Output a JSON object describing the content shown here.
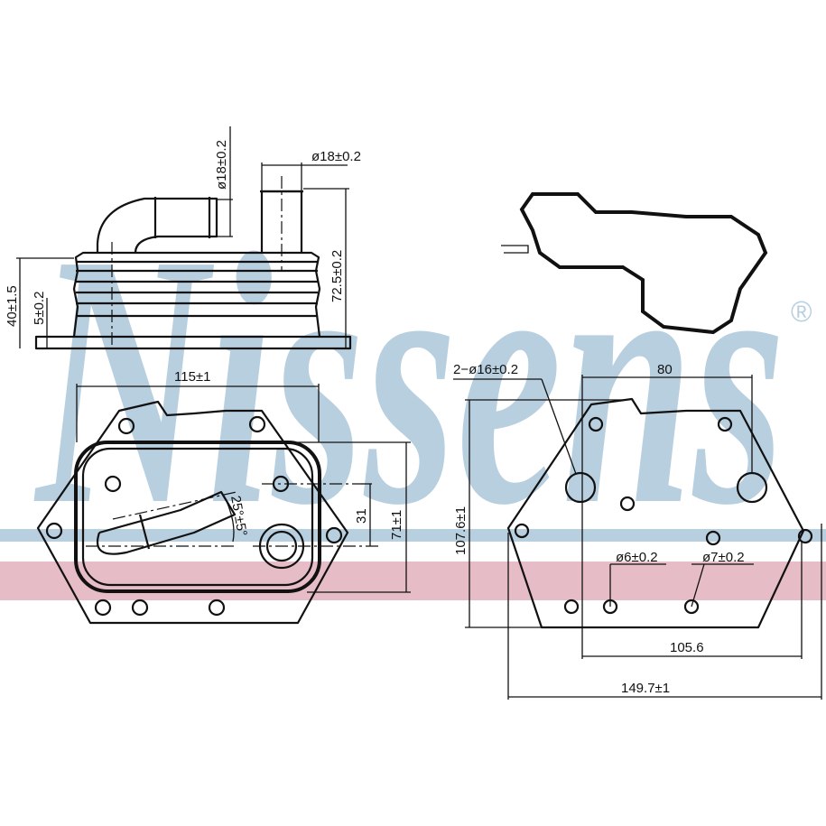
{
  "brand": {
    "name": "Nissens",
    "registered_mark": "®",
    "blue": "#b8cfe0",
    "pink": "#e6bcc6"
  },
  "side_view": {
    "pipe1_diameter": "ø18±0.2",
    "pipe2_diameter": "ø18±0.2",
    "height_total": "72.5±0.2",
    "body_height": "40±1.5",
    "base_thickness": "5±0.2"
  },
  "front_view": {
    "width": "115±1",
    "height": "71±1",
    "port_spacing": "31",
    "angle": "25°±5°"
  },
  "mounting_view": {
    "holes_large": "2−ø16±0.2",
    "hole_spacing": "80",
    "height": "107.6±1",
    "hole_small_1": "ø6±0.2",
    "hole_small_2": "ø7±0.2",
    "inner_width": "105.6",
    "overall_width": "149.7±1"
  }
}
